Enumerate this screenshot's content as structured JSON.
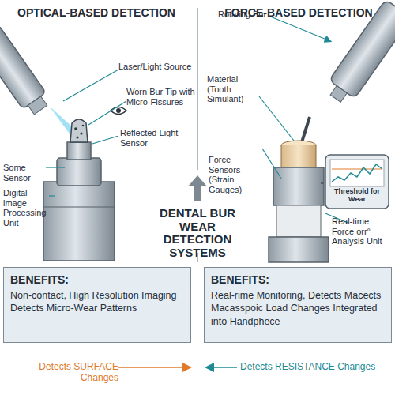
{
  "diagram": {
    "title": "DENTAL BUR WEAR DETECTION SYSTEMS",
    "nodes": [
      {
        "text": [
          "BENEFITS:",
          "Non-contact, High Resolution Imaging Detects Micro-Wear Patterns"
        ]
      },
      {
        "text": [
          "BENEFITS:",
          "Real-rime Monitoring, Detects Macects Macasspoic Load Changes Integrated into Handphece"
        ]
      },
      {
        "text": [
          "Threshold for Wear"
        ]
      }
    ],
    "labels": [
      "OPTICAL-BASED DETECTION",
      "FORCE-BASED DETECTION",
      "Laser/Light Source",
      "Worn Bur Tip with Micro-Fissures",
      "Reflected Light Sensor",
      "Some Sensor",
      "Digital image Processing Unit",
      "Rotating Bur",
      "Material (Tooth Simulant)",
      "Force Sensors (Strain Gauges)",
      "Real-time Force orr° Analysis Unit",
      "Detects SURFACE Changes",
      "Detects RESISTANCE Changes"
    ]
  }
}
